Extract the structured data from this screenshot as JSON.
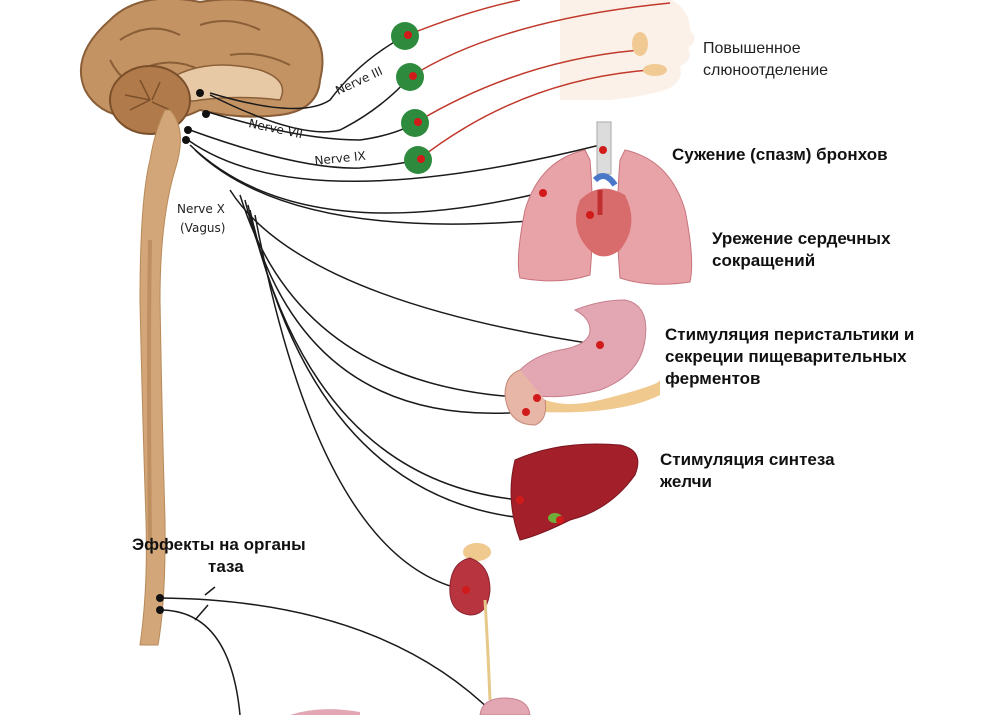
{
  "nerves": {
    "n3": "Nerve III",
    "n7": "Nerve VII",
    "n9": "Nerve IX",
    "n10_line1": "Nerve X",
    "n10_line2": "(Vagus)"
  },
  "effects": {
    "salivation_line1": "Повышенное",
    "salivation_line2": "слюноотделение",
    "bronchi": "Сужение (спазм) бронхов",
    "heart_line1": "Урежение сердечных",
    "heart_line2": "сокращений",
    "stomach_line1": "Стимуляция перистальтики и",
    "stomach_line2": "секреции пищеварительных",
    "stomach_line3": "ферментов",
    "liver_line1": "Стимуляция синтеза",
    "liver_line2": "желчи",
    "pelvis_line1": "Эффекты на органы",
    "pelvis_line2": "таза"
  },
  "colors": {
    "brain": "#c49363",
    "spine": "#d2a679",
    "ganglion": "#2e8b3e",
    "nerve_line": "#1a1a1a",
    "nerve_ending": "#d11a1a",
    "lung": "#e8a3a8",
    "stomach": "#e3a7b3",
    "liver": "#a3202a",
    "kidney": "#b8343f"
  }
}
